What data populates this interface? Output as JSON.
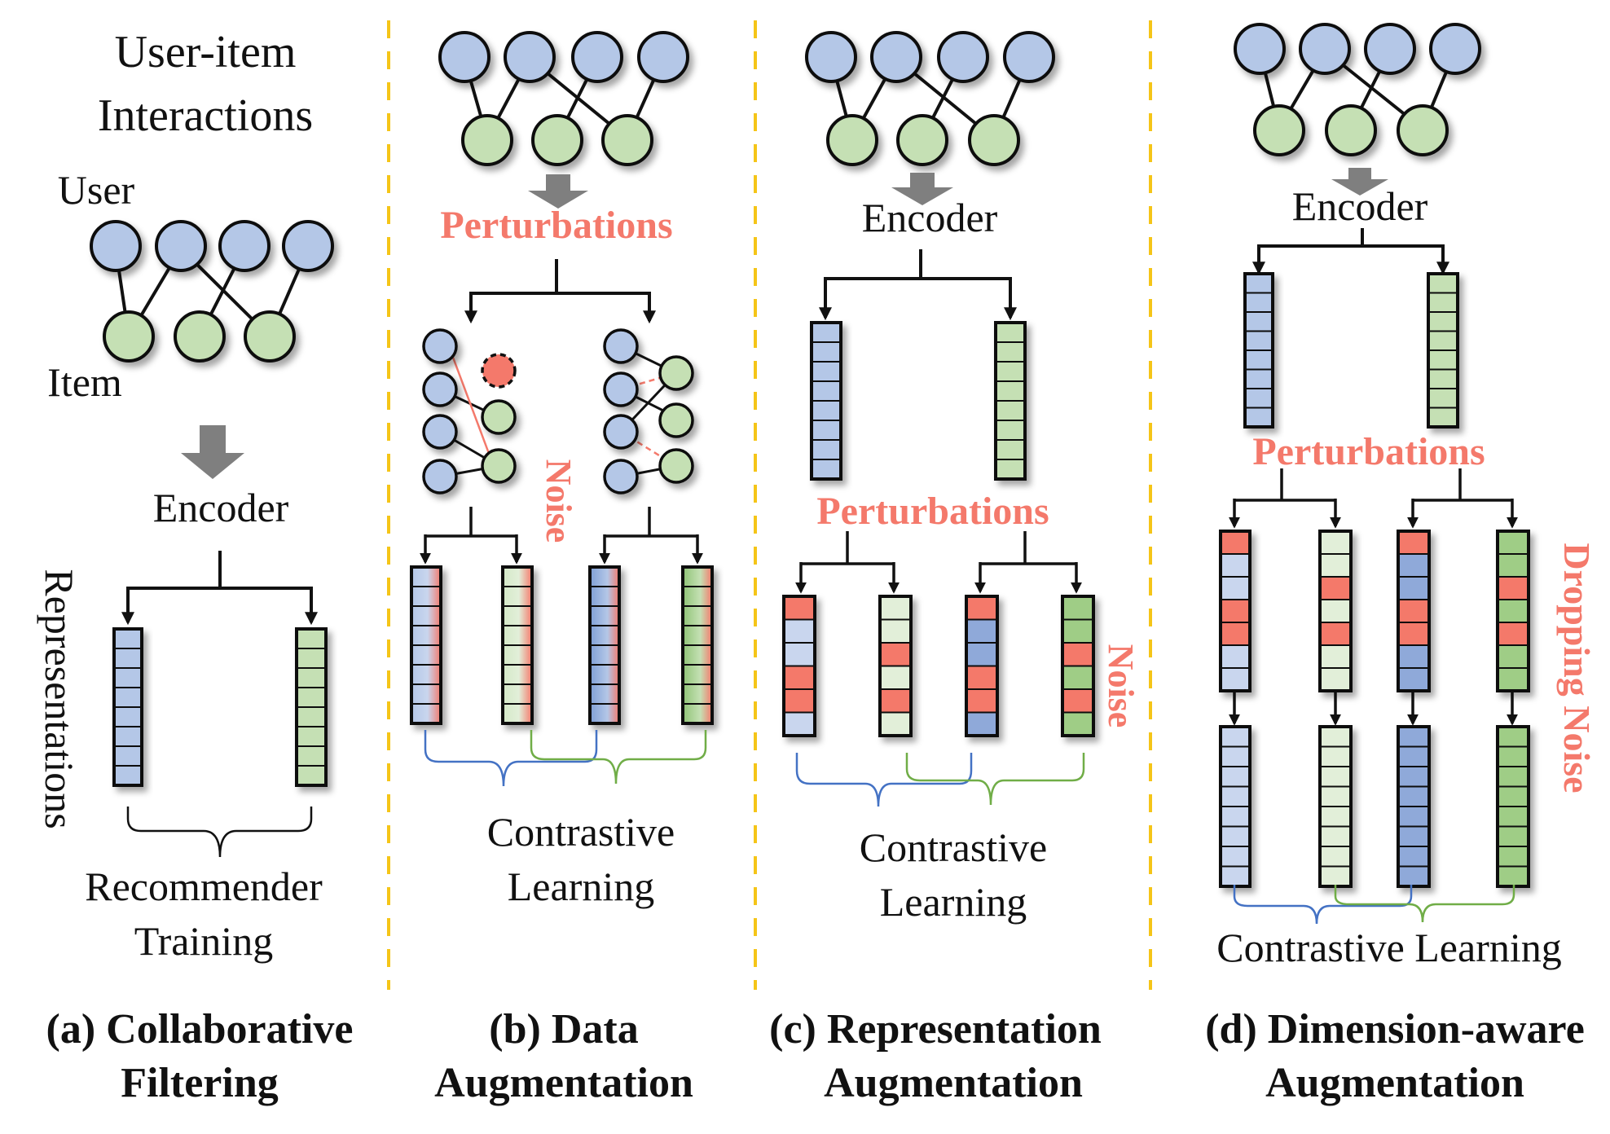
{
  "colors": {
    "user_fill": "#b4c7e7",
    "item_fill": "#c5e0b4",
    "noise": "#f4796b",
    "separator": "#f5c518",
    "arrow_gray": "#7f7f7f",
    "bracket_blue": "#4472c4",
    "bracket_green": "#70ad47",
    "stroke": "#111111"
  },
  "panels": {
    "a": {
      "top_text_line1": "User-item",
      "top_text_line2": "Interactions",
      "user_label": "User",
      "item_label": "Item",
      "encoder_label": "Encoder",
      "side_label": "Representations",
      "bottom_text_line1": "Recommender",
      "bottom_text_line2": "Training",
      "caption_line1": "(a) Collaborative",
      "caption_line2": "Filtering"
    },
    "b": {
      "perturb_label": "Perturbations",
      "noise_label": "Noise",
      "bottom_text_line1": "Contrastive",
      "bottom_text_line2": "Learning",
      "caption_line1": "(b) Data",
      "caption_line2": "Augmentation"
    },
    "c": {
      "encoder_label": "Encoder",
      "perturb_label": "Perturbations",
      "noise_label": "Noise",
      "bottom_text_line1": "Contrastive",
      "bottom_text_line2": "Learning",
      "caption_line1": "(c) Representation",
      "caption_line2": "Augmentation"
    },
    "d": {
      "encoder_label": "Encoder",
      "perturb_label": "Perturbations",
      "noise_label": "Dropping Noise",
      "bottom_text": "Contrastive Learning",
      "caption_line1": "(d) Dimension-aware",
      "caption_line2": "Augmentation"
    }
  }
}
